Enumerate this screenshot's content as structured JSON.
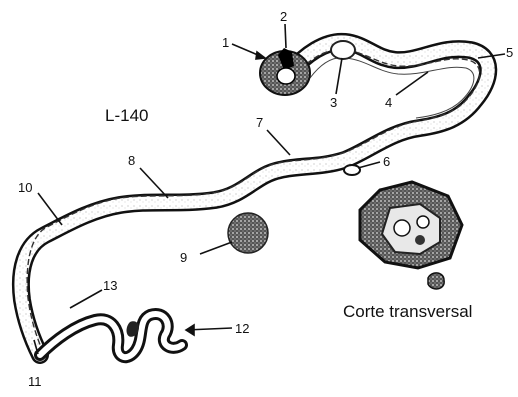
{
  "figure": {
    "specimen_id": "L-140",
    "cross_section_caption": "Corte transversal"
  },
  "callouts": {
    "c1": "1",
    "c2": "2",
    "c3": "3",
    "c4": "4",
    "c5": "5",
    "c6": "6",
    "c7": "7",
    "c8": "8",
    "c9": "9",
    "c10": "10",
    "c11": "11",
    "c12": "12",
    "c13": "13"
  }
}
